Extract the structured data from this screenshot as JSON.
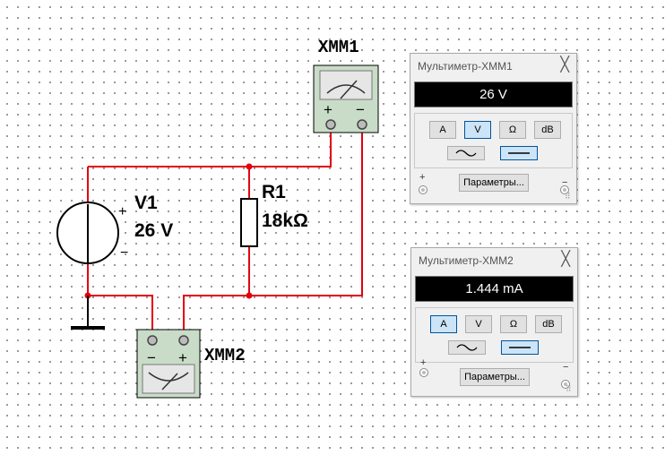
{
  "circuit": {
    "source": {
      "ref": "V1",
      "value": "26 V",
      "plus": "+",
      "minus": "−"
    },
    "resistor": {
      "ref": "R1",
      "value": "18kΩ"
    },
    "meter1": {
      "ref": "XMM1",
      "plus": "+",
      "minus": "−"
    },
    "meter2": {
      "ref": "XMM2",
      "plus": "+",
      "minus": "−"
    }
  },
  "colors": {
    "wire": "#e3000f",
    "meter_body": "#c8dcc8",
    "meter_face": "#e6e6e6"
  },
  "panels": [
    {
      "title": "Мультиметр-XMM1",
      "close": "╳",
      "reading": "26 V",
      "modes": [
        "A",
        "V",
        "Ω",
        "dB"
      ],
      "active_mode": "V",
      "waveforms": [
        "ac-wave-icon",
        "dc-line-icon"
      ],
      "active_waveform": "dc-line-icon",
      "params_label": "Параметры...",
      "plus": "+",
      "minus": "−"
    },
    {
      "title": "Мультиметр-XMM2",
      "close": "╳",
      "reading": "1.444 mA",
      "modes": [
        "A",
        "V",
        "Ω",
        "dB"
      ],
      "active_mode": "A",
      "waveforms": [
        "ac-wave-icon",
        "dc-line-icon"
      ],
      "active_waveform": "dc-line-icon",
      "params_label": "Параметры...",
      "plus": "+",
      "minus": "−"
    }
  ]
}
